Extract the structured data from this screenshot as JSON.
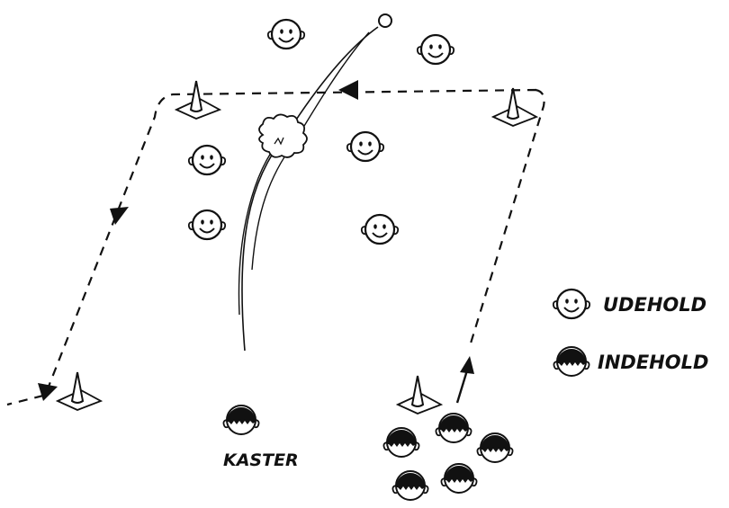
{
  "labels": {
    "kaster": "KASTER",
    "legend_out": "UDEHOLD",
    "legend_in": "INDEHOLD"
  },
  "colors": {
    "ink": "#111111",
    "paper": "#ffffff"
  },
  "icons": {
    "outfield_player": "smiley-face-icon",
    "batting_player": "dark-hair-head-icon",
    "cone": "cone-icon",
    "ball": "ball-icon",
    "impact": "cloud-burst-icon",
    "direction": "arrow-icon"
  }
}
